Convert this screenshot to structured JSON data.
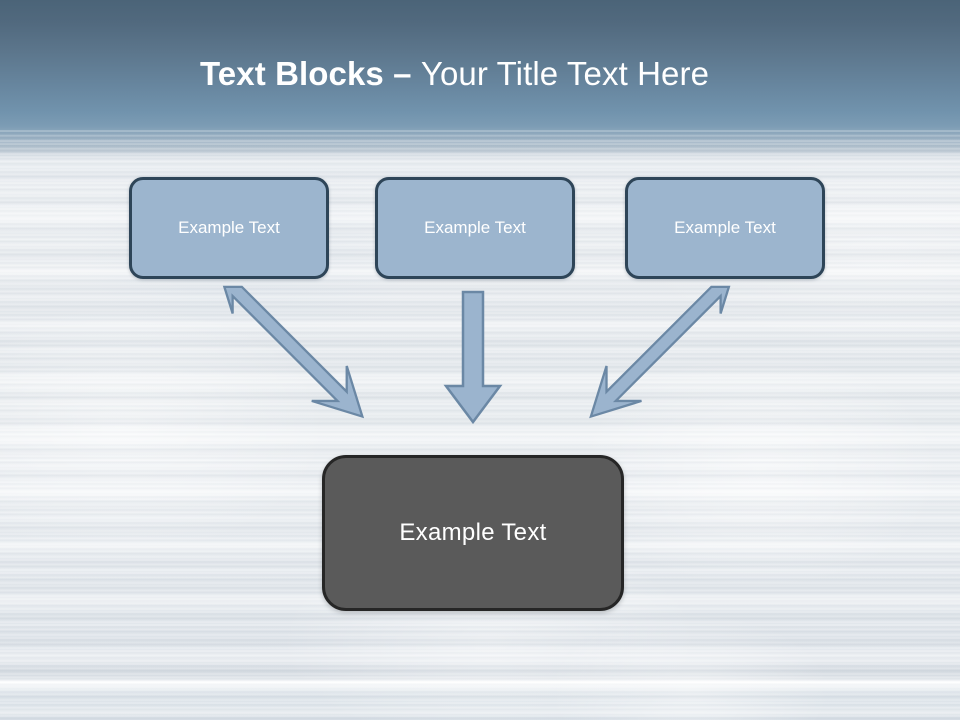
{
  "slide": {
    "title": {
      "strong": "Text Blocks – ",
      "light": "Your Title Text Here",
      "color": "#ffffff"
    },
    "theme": {
      "header_band_top": "#4b6478",
      "header_band_bottom": "#7c9cb4",
      "body_metal": "#eceff2",
      "box_fill": "#9cb5ce",
      "box_border": "#2e4558",
      "result_fill": "#5a5a5a",
      "result_border": "#262626",
      "arrow_fill": "#9bb4ce",
      "arrow_stroke": "#6b88a5",
      "text_color": "#ffffff"
    },
    "top_boxes": [
      {
        "label": "Example Text"
      },
      {
        "label": "Example Text"
      },
      {
        "label": "Example Text"
      }
    ],
    "arrows": [
      {
        "name": "arrow-down-right",
        "glyph": "↘"
      },
      {
        "name": "arrow-down",
        "glyph": "↓"
      },
      {
        "name": "arrow-down-left",
        "glyph": "↙"
      }
    ],
    "result_box": {
      "label": "Example Text"
    }
  }
}
